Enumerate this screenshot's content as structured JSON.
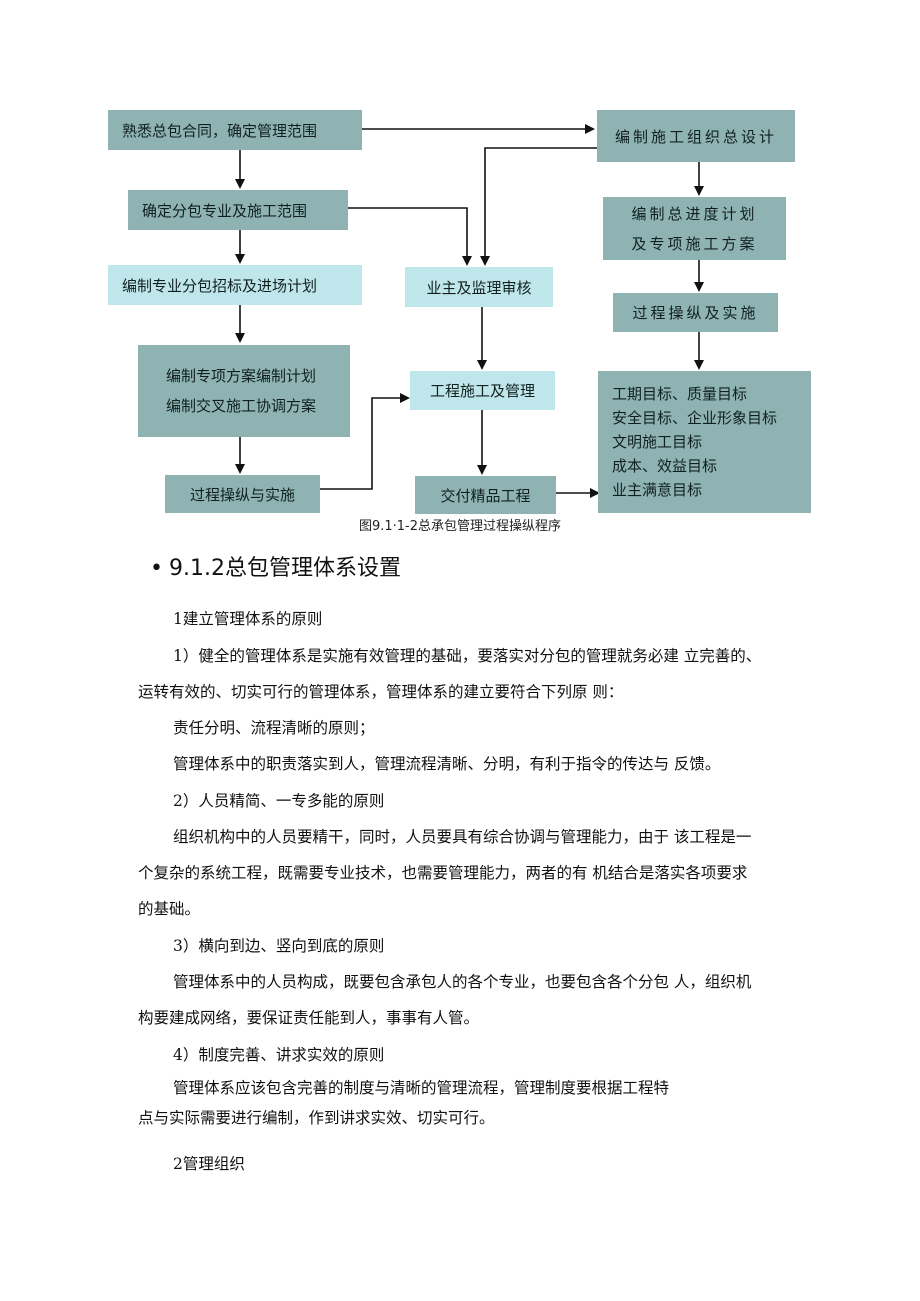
{
  "flowchart": {
    "b1": "熟悉总包合同，确定管理范围",
    "b2": "确定分包专业及施工范围",
    "b3": "编制专业分包招标及进场计划",
    "b4_l1": "编制专项方案编制计划",
    "b4_l2": "编制交叉施工协调方案",
    "b5": "过程操纵与实施",
    "b6": "编制施工组织总设计",
    "b7_l1": "编制总进度计划",
    "b7_l2": "及专项施工方案",
    "b8": "过程操纵及实施",
    "b9": "业主及监理审核",
    "b10": "工程施工及管理",
    "b11": "交付精品工程",
    "goals": [
      "工期目标、质量目标",
      "安全目标、企业形象目标",
      "文明施工目标",
      "成本、效益目标",
      "业主满意目标"
    ],
    "box_color": "#8fb3b3",
    "light_box_color": "#bfe6ea"
  },
  "caption": "图9.1·1-2总承包管理过程操纵程序",
  "heading": {
    "bullet": "•",
    "text": "9.1.2总包管理体系设置"
  },
  "sections": {
    "s1_title": "1建立管理体系的原则",
    "p1_l1": "1）健全的管理体系是实施有效管理的基础，要落实对分包的管理就务必建  立完善的、",
    "p1_l2": "运转有效的、切实可行的管理体系，管理体系的建立要符合下列原 则：",
    "p2": "责任分明、流程清晰的原则；",
    "p3": "管理体系中的职责落实到人，管理流程清晰、分明，有利于指令的传达与 反馈。",
    "p4": "2）人员精简、一专多能的原则",
    "p5_l1": "组织机构中的人员要精干，同时，人员要具有综合协调与管理能力，由于 该工程是一",
    "p5_l2": "个复杂的系统工程，既需要专业技术，也需要管理能力，两者的有 机结合是落实各项要求",
    "p5_l3": "的基础。",
    "p6": "3）横向到边、竖向到底的原则",
    "p7_l1": "管理体系中的人员构成，既要包含承包人的各个专业，也要包含各个分包 人，组织机",
    "p7_l2": "构要建成网络，要保证责任能到人，事事有人管。",
    "p8": "4）制度完善、讲求实效的原则",
    "p9_l1": "管理体系应该包含完善的制度与清晰的管理流程，管理制度要根据工程特",
    "p9_l2": "点与实际需要进行编制，作到讲求实效、切实可行。",
    "s2_title": "2管理组织"
  }
}
